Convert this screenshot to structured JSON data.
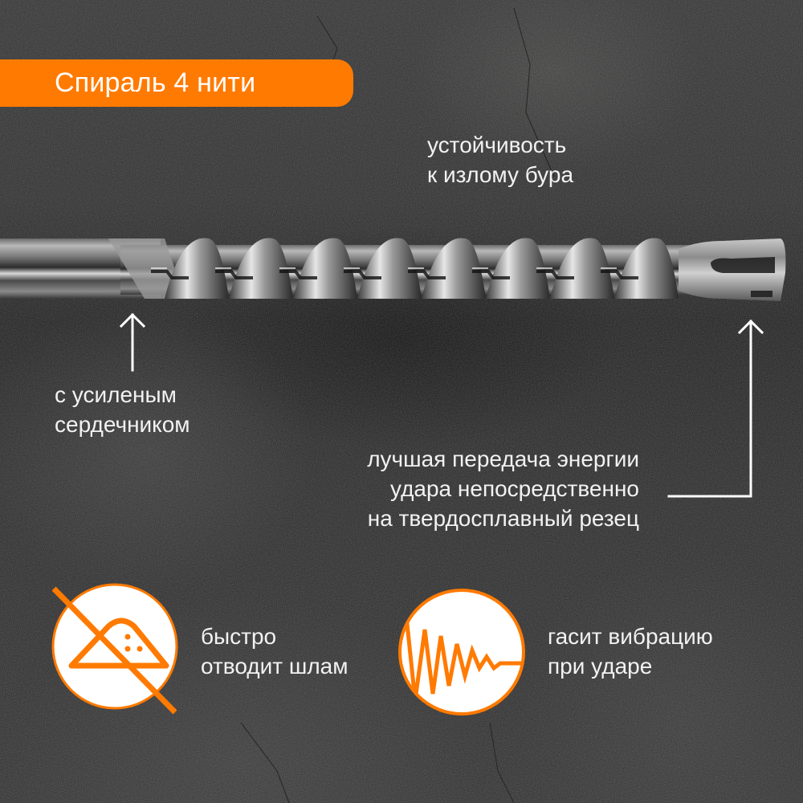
{
  "banner": {
    "title": "Спираль 4 нити",
    "color": "#ff7a00"
  },
  "callouts": {
    "stability": {
      "lines": [
        "устойчивость",
        "к излому бура"
      ]
    },
    "core": {
      "lines": [
        "с усиленым",
        "сердечником"
      ],
      "arrow": "arrow-up"
    },
    "energy": {
      "lines": [
        "лучшая передача энергии",
        "удара непосредственно",
        "на твердосплавный резец"
      ],
      "arrow": "arrow-up-elbow"
    }
  },
  "features": [
    {
      "icon": "no-sludge-pile-icon",
      "lines": [
        "быстро",
        "отводит шлам"
      ]
    },
    {
      "icon": "damped-vibration-wave-icon",
      "lines": [
        "гасит вибрацию",
        "при ударе"
      ]
    }
  ],
  "colors": {
    "accent": "#ff7a00",
    "text": "#f2f2f2",
    "icon_fill": "#ffffff",
    "background": "#262626"
  },
  "product": {
    "image": "sds-max-drill-bit-4-flute"
  }
}
